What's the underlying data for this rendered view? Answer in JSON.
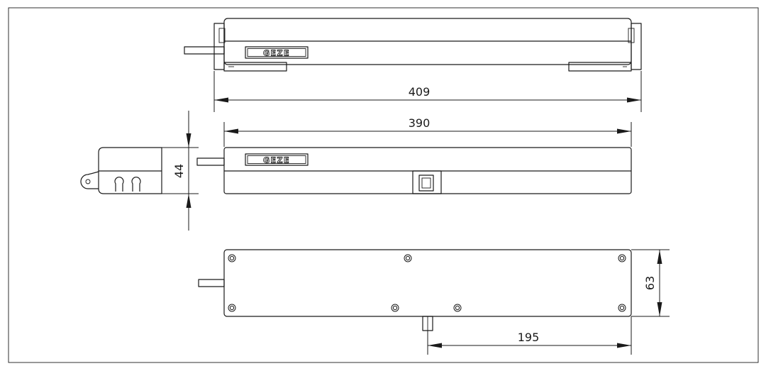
{
  "brand": "GEZE",
  "dimensions": {
    "overall_length": "409",
    "body_length": "390",
    "height": "44",
    "depth": "63",
    "center_offset": "195"
  }
}
